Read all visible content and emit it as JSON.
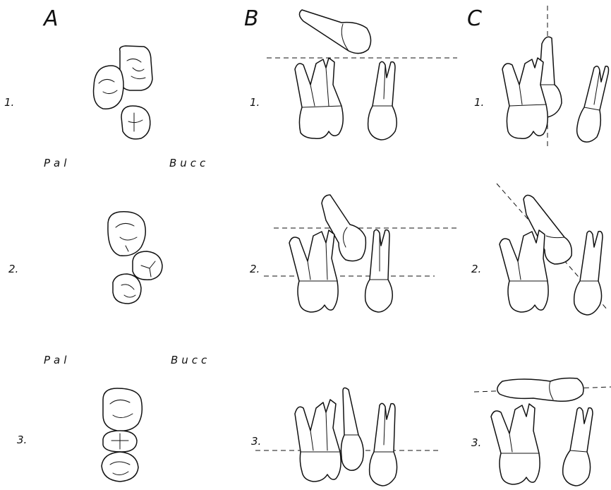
{
  "columns": {
    "a": "A",
    "b": "B",
    "c": "C"
  },
  "rows": {
    "a1": "1.",
    "a2": "2.",
    "a3": "3.",
    "b1": "1.",
    "b2": "2.",
    "b3": "3.",
    "c1": "1.",
    "c2": "2.",
    "c3": "3."
  },
  "orientation": {
    "palatal_1": "Pal",
    "buccal_1": "Bucc",
    "palatal_2": "Pal",
    "buccal_2": "Bucc"
  }
}
